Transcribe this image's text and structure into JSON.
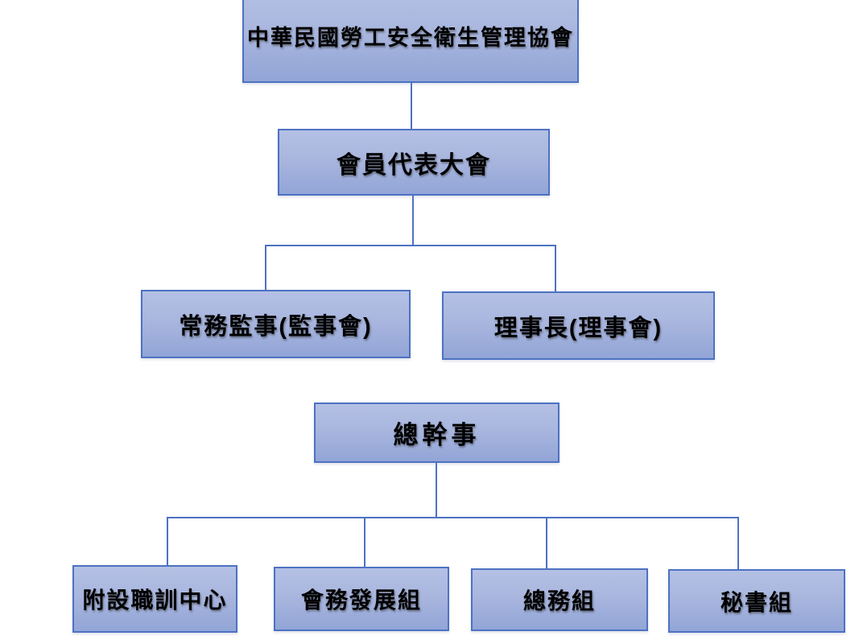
{
  "diagram": {
    "type": "org-chart",
    "background": "#ffffff",
    "colors": {
      "box_fill_top": "#b4c0e4",
      "box_fill_bottom": "#92a5d7",
      "box_border": "#4d72c3",
      "connector": "#4d72c3",
      "text_color": "#000000"
    },
    "nodes": {
      "association": {
        "label": "中華民國勞工安全衛生管理協會",
        "level": 1
      },
      "assembly": {
        "label": "會員代表大會",
        "level": 2
      },
      "supervisors": {
        "label": "常務監事(監事會)",
        "level": 3
      },
      "chairman": {
        "label": "理事長(理事會)",
        "level": 3
      },
      "secretary_general": {
        "label": "總幹事",
        "level": 4
      },
      "training_center": {
        "label": "附設職訓中心",
        "level": 5
      },
      "development": {
        "label": "會務發展組",
        "level": 5
      },
      "general_affairs": {
        "label": "總務組",
        "level": 5
      },
      "secretariat": {
        "label": "秘書組",
        "level": 5
      }
    },
    "edges": [
      {
        "from": "association",
        "to": "assembly"
      },
      {
        "from": "assembly",
        "to": "supervisors"
      },
      {
        "from": "assembly",
        "to": "chairman"
      },
      {
        "from": "secretary_general",
        "to": "training_center"
      },
      {
        "from": "secretary_general",
        "to": "development"
      },
      {
        "from": "secretary_general",
        "to": "general_affairs"
      },
      {
        "from": "secretary_general",
        "to": "secretariat"
      }
    ]
  }
}
